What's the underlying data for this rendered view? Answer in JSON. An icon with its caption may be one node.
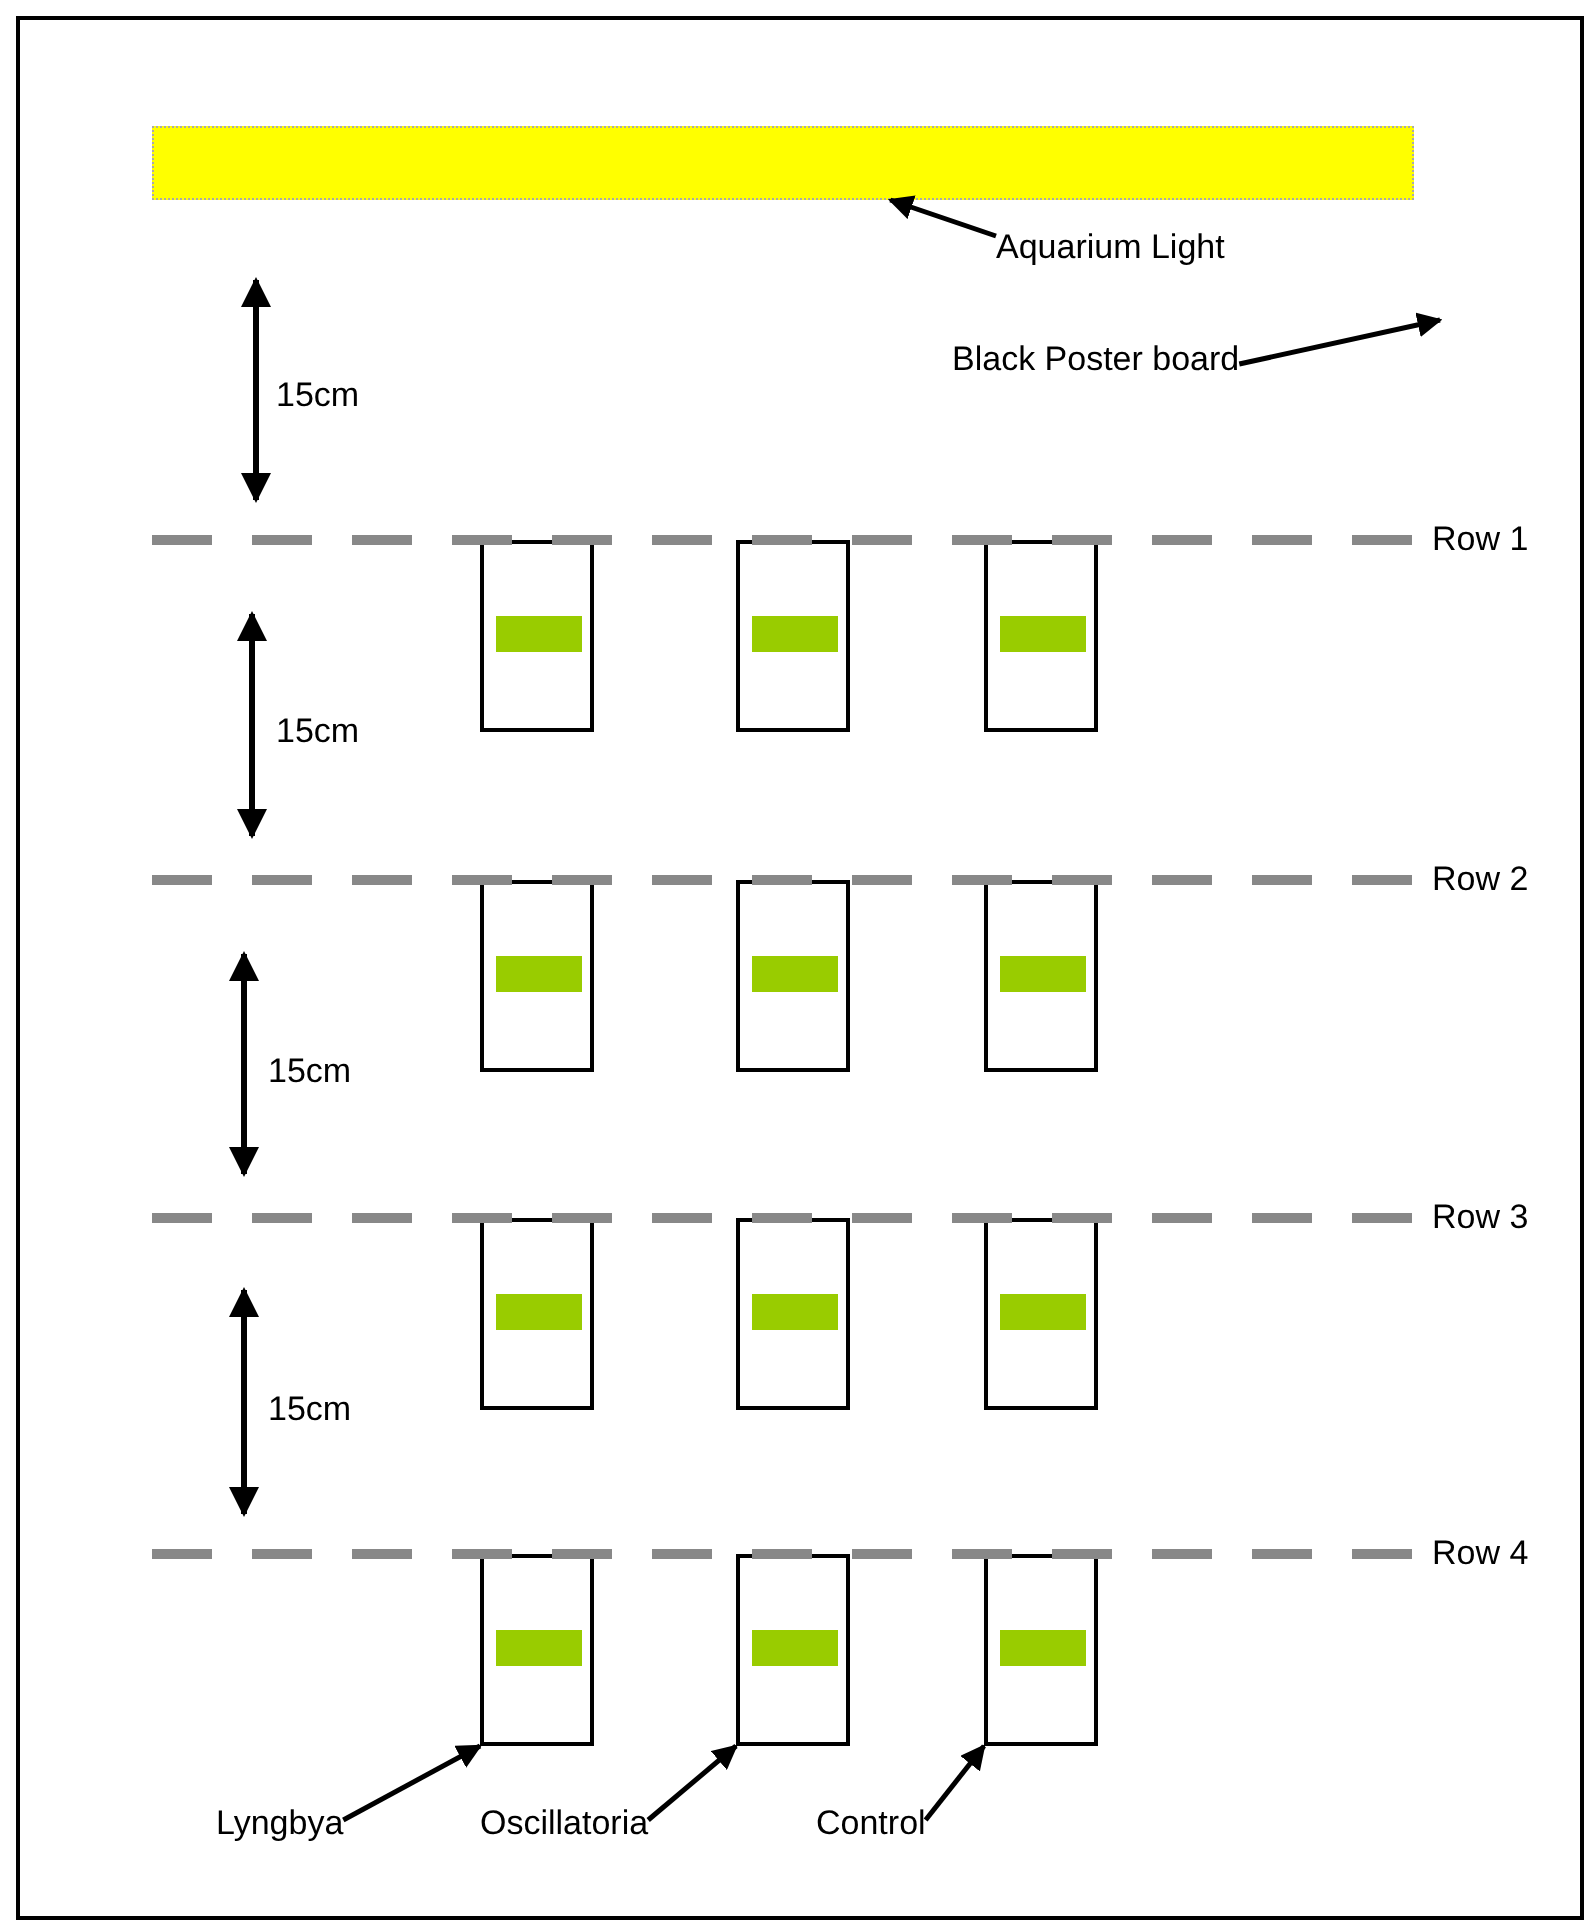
{
  "diagram": {
    "nodes": [
      {
        "text": [],
        "shape": "bar"
      },
      {
        "text": [
          "Aquarium Light"
        ]
      },
      {
        "text": [
          "Black Poster board"
        ]
      },
      {
        "text": [],
        "shape": "box"
      },
      {
        "text": [],
        "shape": "box"
      },
      {
        "text": [],
        "shape": "box"
      },
      {
        "text": [],
        "shape": "box"
      },
      {
        "text": [],
        "shape": "box"
      },
      {
        "text": [],
        "shape": "box"
      },
      {
        "text": [],
        "shape": "box"
      },
      {
        "text": [],
        "shape": "box"
      },
      {
        "text": [],
        "shape": "box"
      },
      {
        "text": [],
        "shape": "box"
      },
      {
        "text": [],
        "shape": "box"
      },
      {
        "text": [],
        "shape": "box"
      },
      {
        "text": [
          "Lyngbya"
        ]
      },
      {
        "text": [
          "Oscillatoria"
        ]
      },
      {
        "text": [
          "Control"
        ]
      }
    ],
    "edges": [
      {
        "from": 1,
        "to": 0,
        "arrow": "to"
      },
      {
        "from": 2,
        "to": null,
        "arrow": "to"
      },
      {
        "from": 15,
        "to": 12,
        "arrow": "to"
      },
      {
        "from": 16,
        "to": 13,
        "arrow": "to"
      },
      {
        "from": 17,
        "to": 14,
        "arrow": "to"
      }
    ],
    "labels": [
      "15cm",
      "Row 1",
      "15cm",
      "Row 2",
      "15cm",
      "Row 3",
      "15cm",
      "Row 4"
    ]
  }
}
